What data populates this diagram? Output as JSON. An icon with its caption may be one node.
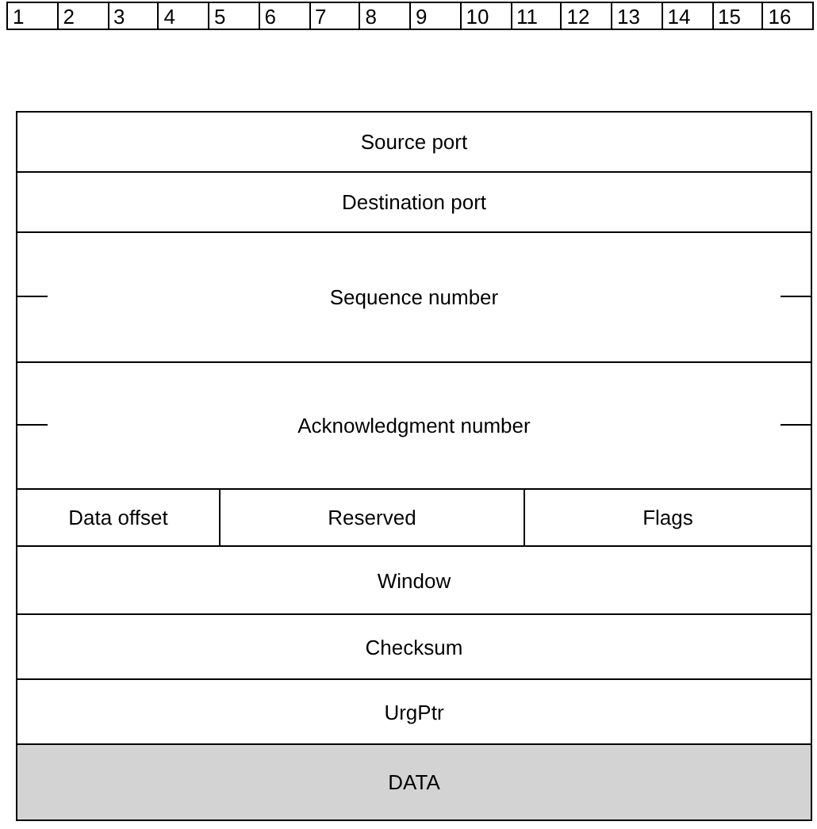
{
  "diagram": {
    "labels": [
      "1",
      "2",
      "3",
      "4",
      "5",
      "6",
      "7",
      "8",
      "9",
      "10",
      "11",
      "12",
      "13",
      "14",
      "15",
      "16",
      "Source port",
      "Destination port",
      "Sequence number",
      "Acknowledgment number",
      "Data offset",
      "Reserved",
      "Flags",
      "Window",
      "Checksum",
      "UrgPtr",
      "DATA"
    ]
  }
}
